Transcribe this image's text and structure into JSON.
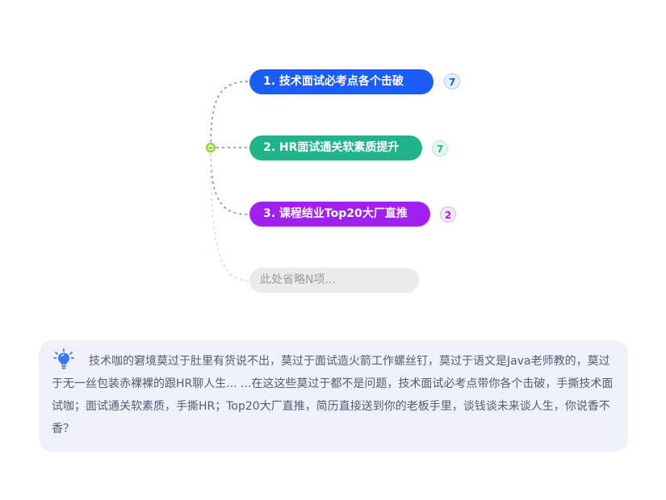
{
  "mindmap": {
    "branches": [
      {
        "label": "1. 技术面试必考点各个击破",
        "count": "7",
        "color": "#1a5cff",
        "badge_bg": "#e8efff",
        "badge_border": "#b7cbff"
      },
      {
        "label": "2. HR面试通关软素质提升",
        "count": "7",
        "color": "#1fb589",
        "badge_bg": "#e7f8f1",
        "badge_border": "#b2e6d3"
      },
      {
        "label": "3. 课程结业Top20大厂直推",
        "count": "2",
        "color": "#a020f0",
        "badge_bg": "#f5e8fe",
        "badge_border": "#ddb4fb"
      }
    ],
    "omitted_label": "此处省略N项..."
  },
  "tip": {
    "icon": "lightbulb-icon",
    "text": "技术咖的窘境莫过于肚里有货说不出，莫过于面试造火箭工作螺丝钉，莫过于语文是Java老师教的，莫过于无一丝包装赤裸裸的跟HR聊人生... ...在这这些莫过于都不是问题，技术面试必考点带你各个击破，手撕技术面试咖；面试通关软素质，手撕HR；Top20大厂直推，简历直接送到你的老板手里，谈钱谈未来谈人生，你说香不香？"
  }
}
